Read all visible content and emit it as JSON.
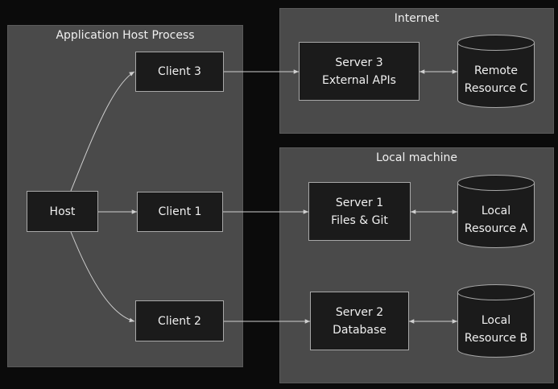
{
  "groups": {
    "app_host": "Application Host Process",
    "internet": "Internet",
    "local_machine": "Local machine"
  },
  "nodes": {
    "host": "Host",
    "client1": "Client 1",
    "client2": "Client 2",
    "client3": "Client 3",
    "server1": [
      "Server 1",
      "Files & Git"
    ],
    "server2": [
      "Server 2",
      "Database"
    ],
    "server3": [
      "Server 3",
      "External APIs"
    ]
  },
  "resources": {
    "remote_c": [
      "Remote",
      "Resource C"
    ],
    "local_a": [
      "Local",
      "Resource A"
    ],
    "local_b": [
      "Local",
      "Resource B"
    ]
  },
  "colors": {
    "background": "#0b0b0b",
    "group_fill": "#4a4a4a",
    "node_fill": "#1b1b1b",
    "node_border": "#a8a8a8",
    "edge": "#cfcfcf"
  }
}
